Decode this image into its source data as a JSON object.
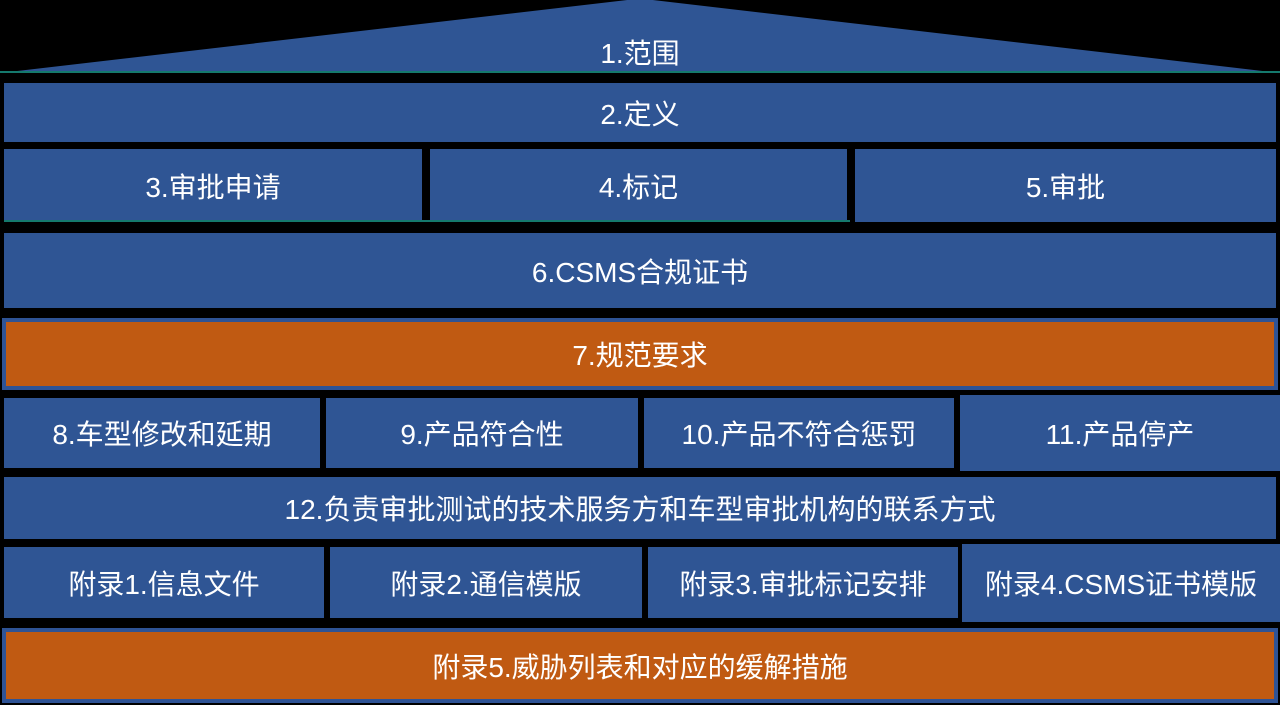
{
  "title": "UN R155 regulation document structure diagram",
  "colors": {
    "block_blue": "#2F5594",
    "accent_orange": "#C05A12",
    "accent_border_blue": "#2E5395",
    "teal_line": "#15796D",
    "background": "#000000",
    "text": "#FFFFFF"
  },
  "roof": {
    "label": "1.范围"
  },
  "rows": [
    {
      "type": "full",
      "label": "2.定义"
    },
    {
      "type": "cells",
      "cells": [
        "3.审批申请",
        "4.标记",
        "5.审批"
      ]
    },
    {
      "type": "full",
      "label": "6.CSMS合规证书"
    },
    {
      "type": "accent",
      "label": "7.规范要求"
    },
    {
      "type": "cells",
      "cells": [
        "8.车型修改和延期",
        "9.产品符合性",
        "10.产品不符合惩罚",
        "11.产品停产"
      ]
    },
    {
      "type": "full",
      "label": "12.负责审批测试的技术服务方和车型审批机构的联系方式"
    },
    {
      "type": "cells",
      "cells": [
        "附录1.信息文件",
        "附录2.通信模版",
        "附录3.审批标记安排",
        "附录4.CSMS证书模版"
      ]
    },
    {
      "type": "accent",
      "label": "附录5.威胁列表和对应的缓解措施"
    }
  ]
}
